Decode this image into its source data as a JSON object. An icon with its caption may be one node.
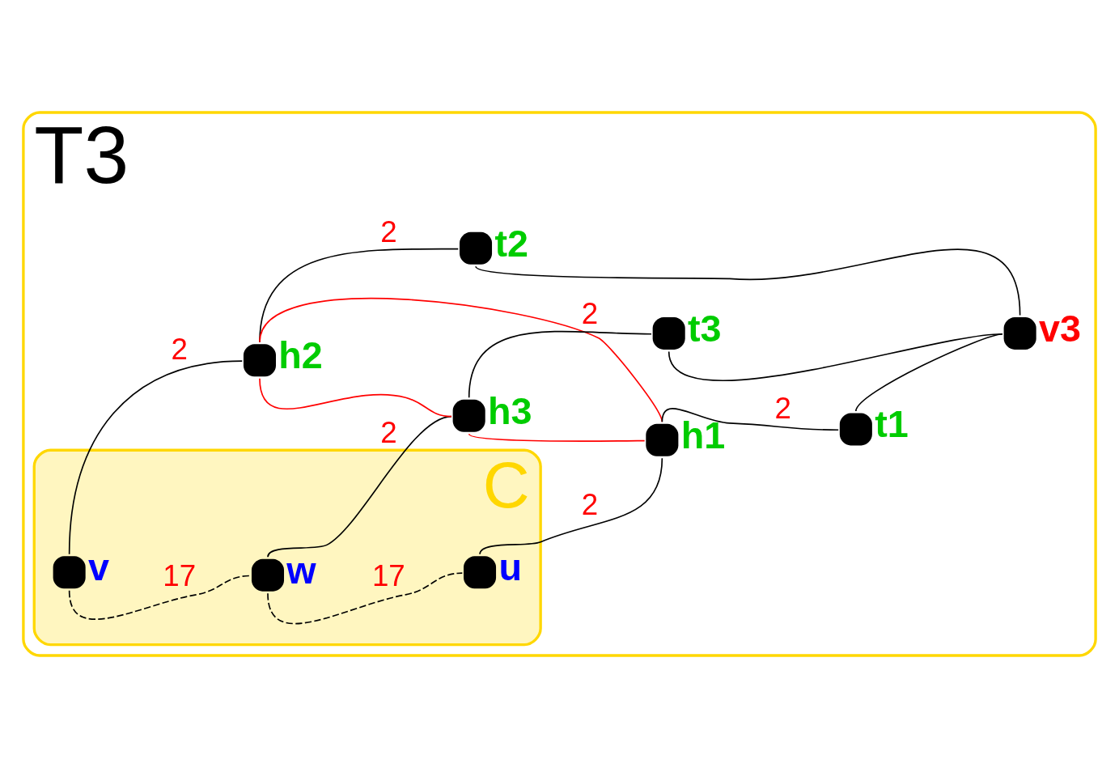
{
  "diagram": {
    "nodes": [
      {
        "text": [
          "T3"
        ]
      },
      {
        "text": [
          "C"
        ],
        "in": 0
      },
      {
        "text": [],
        "shape": "circle",
        "beside": [
          "v"
        ],
        "in": 1
      },
      {
        "text": [],
        "shape": "circle",
        "beside": [
          "h2"
        ],
        "in": 0
      },
      {
        "text": [],
        "shape": "circle",
        "beside": [
          "t2"
        ],
        "in": 0
      },
      {
        "text": [],
        "shape": "circle",
        "beside": [
          "w"
        ],
        "in": 1
      },
      {
        "text": [],
        "shape": "circle",
        "beside": [
          "h3"
        ],
        "in": 0
      },
      {
        "text": [],
        "shape": "circle",
        "beside": [
          "t3"
        ],
        "in": 0
      },
      {
        "text": [],
        "shape": "circle",
        "beside": [
          "u"
        ],
        "in": 1
      },
      {
        "text": [],
        "shape": "circle",
        "beside": [
          "h1"
        ],
        "in": 0
      },
      {
        "text": [],
        "shape": "circle",
        "beside": [
          "t1"
        ],
        "in": 0
      },
      {
        "text": [],
        "shape": "circle",
        "beside": [
          "v3"
        ],
        "in": 0
      }
    ],
    "edges": [
      {
        "from": 2,
        "to": 3,
        "arrow": "none",
        "label": "2"
      },
      {
        "from": 3,
        "to": 4,
        "arrow": "none",
        "label": "2"
      },
      {
        "from": 4,
        "to": 11,
        "arrow": "none"
      },
      {
        "from": 2,
        "to": 5,
        "arrow": "none",
        "label": "17",
        "style": "dashed"
      },
      {
        "from": 5,
        "to": 8,
        "arrow": "none",
        "label": "17",
        "style": "dashed"
      },
      {
        "from": 5,
        "to": 6,
        "arrow": "none",
        "label": "2"
      },
      {
        "from": 6,
        "to": 7,
        "arrow": "none",
        "label": "2"
      },
      {
        "from": 7,
        "to": 11,
        "arrow": "none"
      },
      {
        "from": 8,
        "to": 9,
        "arrow": "none",
        "label": "2"
      },
      {
        "from": 9,
        "to": 10,
        "arrow": "none",
        "label": "2"
      },
      {
        "from": 10,
        "to": 11,
        "arrow": "none"
      },
      {
        "from": 3,
        "to": 6,
        "arrow": "none",
        "color": "#ff0000"
      },
      {
        "from": 3,
        "to": 9,
        "arrow": "none",
        "color": "#ff0000"
      },
      {
        "from": 6,
        "to": 9,
        "arrow": "none",
        "color": "#ff0000"
      }
    ]
  }
}
